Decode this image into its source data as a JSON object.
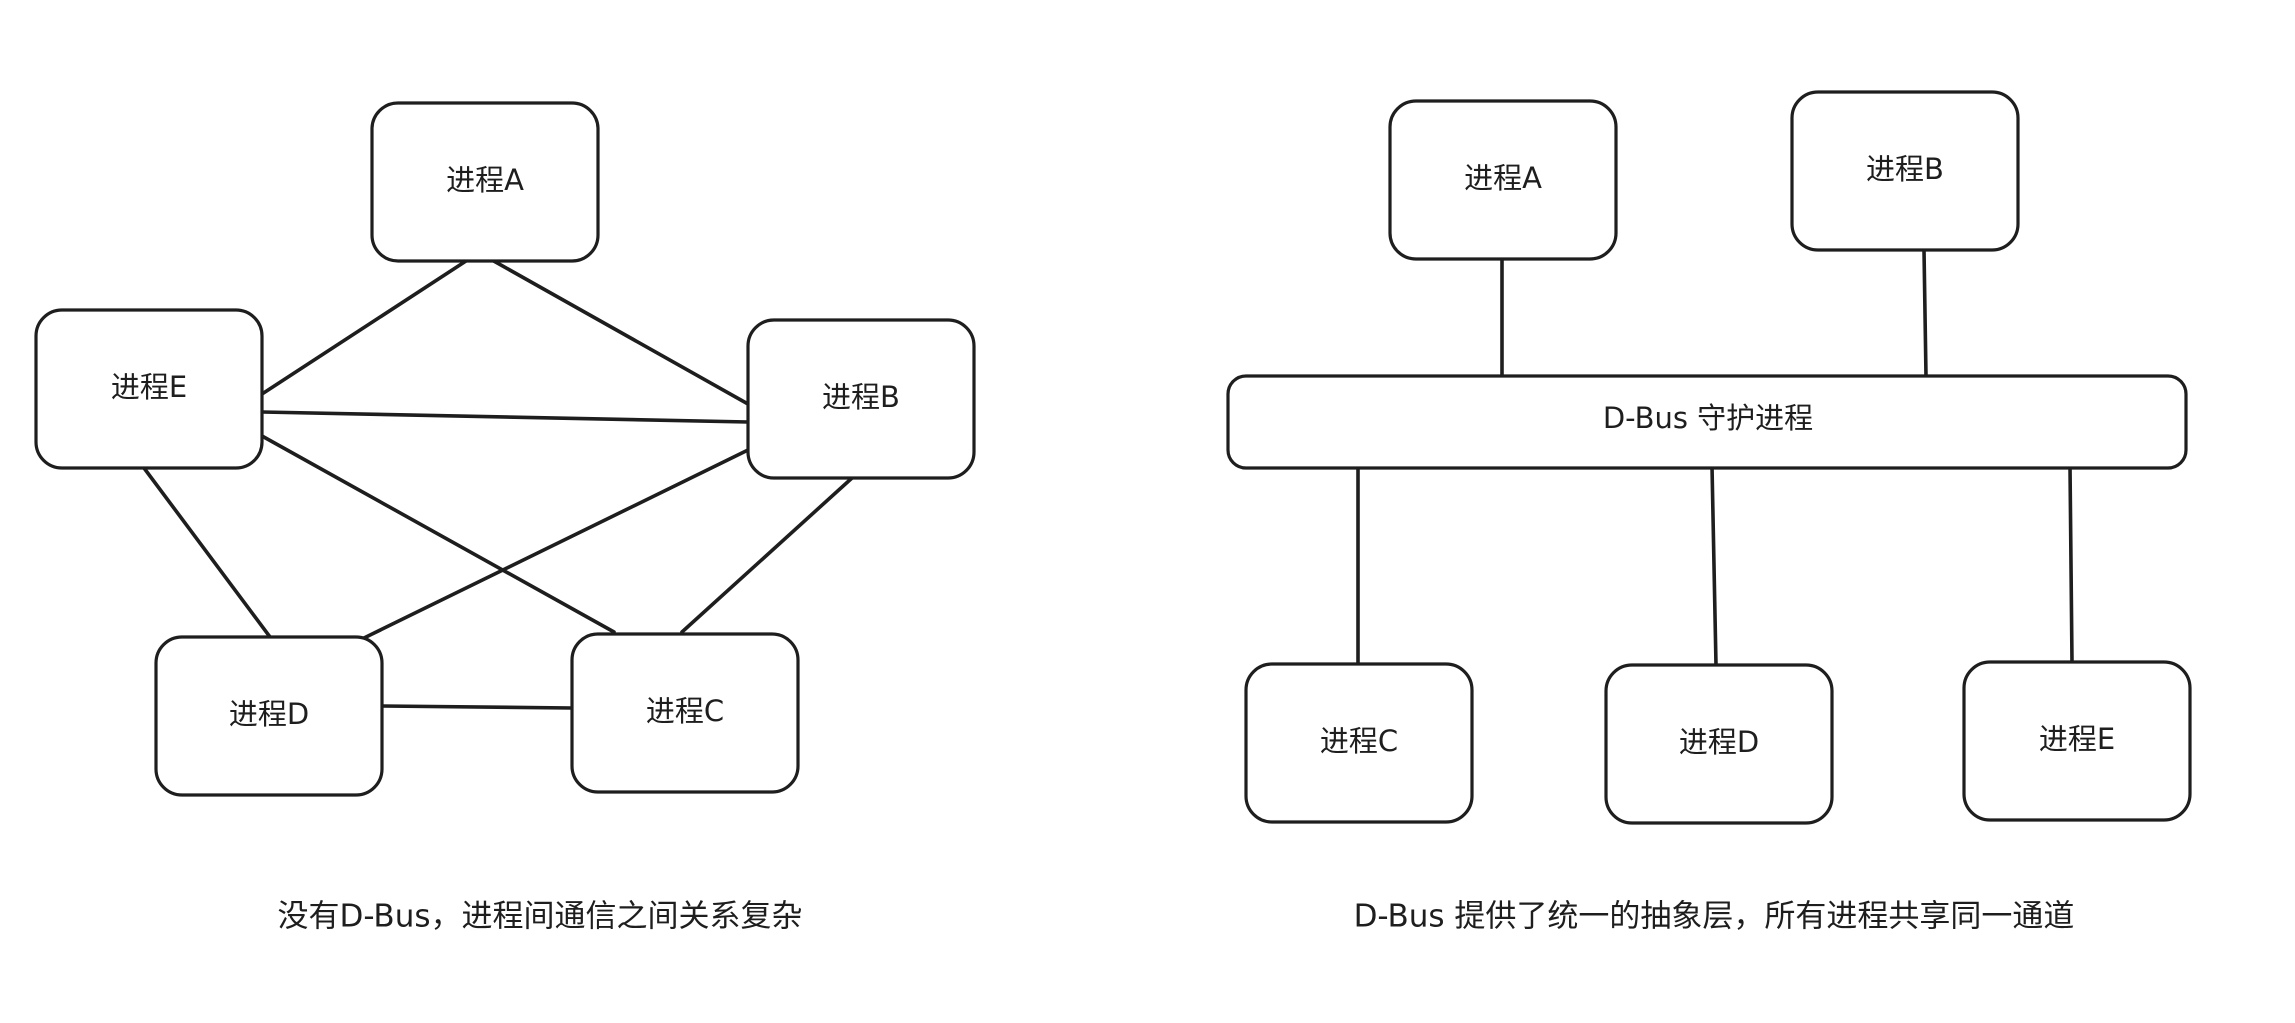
{
  "left_diagram": {
    "caption": "没有D-Bus，进程间通信之间关系复杂",
    "nodes": {
      "a": "进程A",
      "b": "进程B",
      "c": "进程C",
      "d": "进程D",
      "e": "进程E"
    }
  },
  "right_diagram": {
    "caption": "D-Bus 提供了统一的抽象层，所有进程共享同一通道",
    "bus_label": "D-Bus 守护进程",
    "nodes": {
      "a": "进程A",
      "b": "进程B",
      "c": "进程C",
      "d": "进程D",
      "e": "进程E"
    }
  },
  "colors": {
    "stroke": "#1e1e1e",
    "background": "#ffffff"
  }
}
